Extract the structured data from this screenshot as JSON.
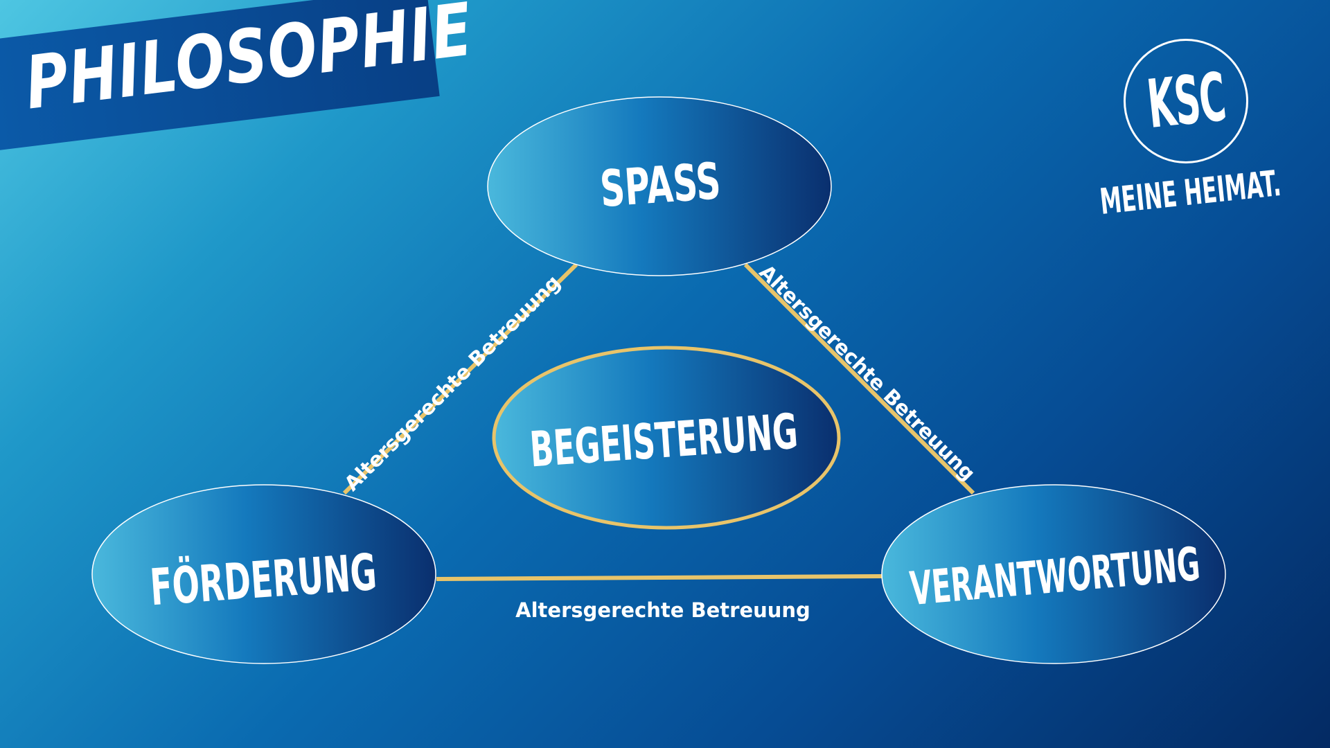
{
  "header": {
    "title": "PHILOSOPHIE"
  },
  "logo": {
    "text": "KSC",
    "slogan": "MEINE HEIMAT."
  },
  "diagram": {
    "nodes": {
      "top": "SPASS",
      "center": "BEGEISTERUNG",
      "left": "FÖRDERUNG",
      "right": "VERANTWORTUNG"
    },
    "edges": {
      "left": "Altersgerechte Betreuung",
      "right": "Altersgerechte Betreuung",
      "bottom": "Altersgerechte Betreuung"
    }
  },
  "colors": {
    "accent_gold": "#e8c46a",
    "node_light": "#4ab8dc",
    "node_dark": "#0a2f6e"
  }
}
